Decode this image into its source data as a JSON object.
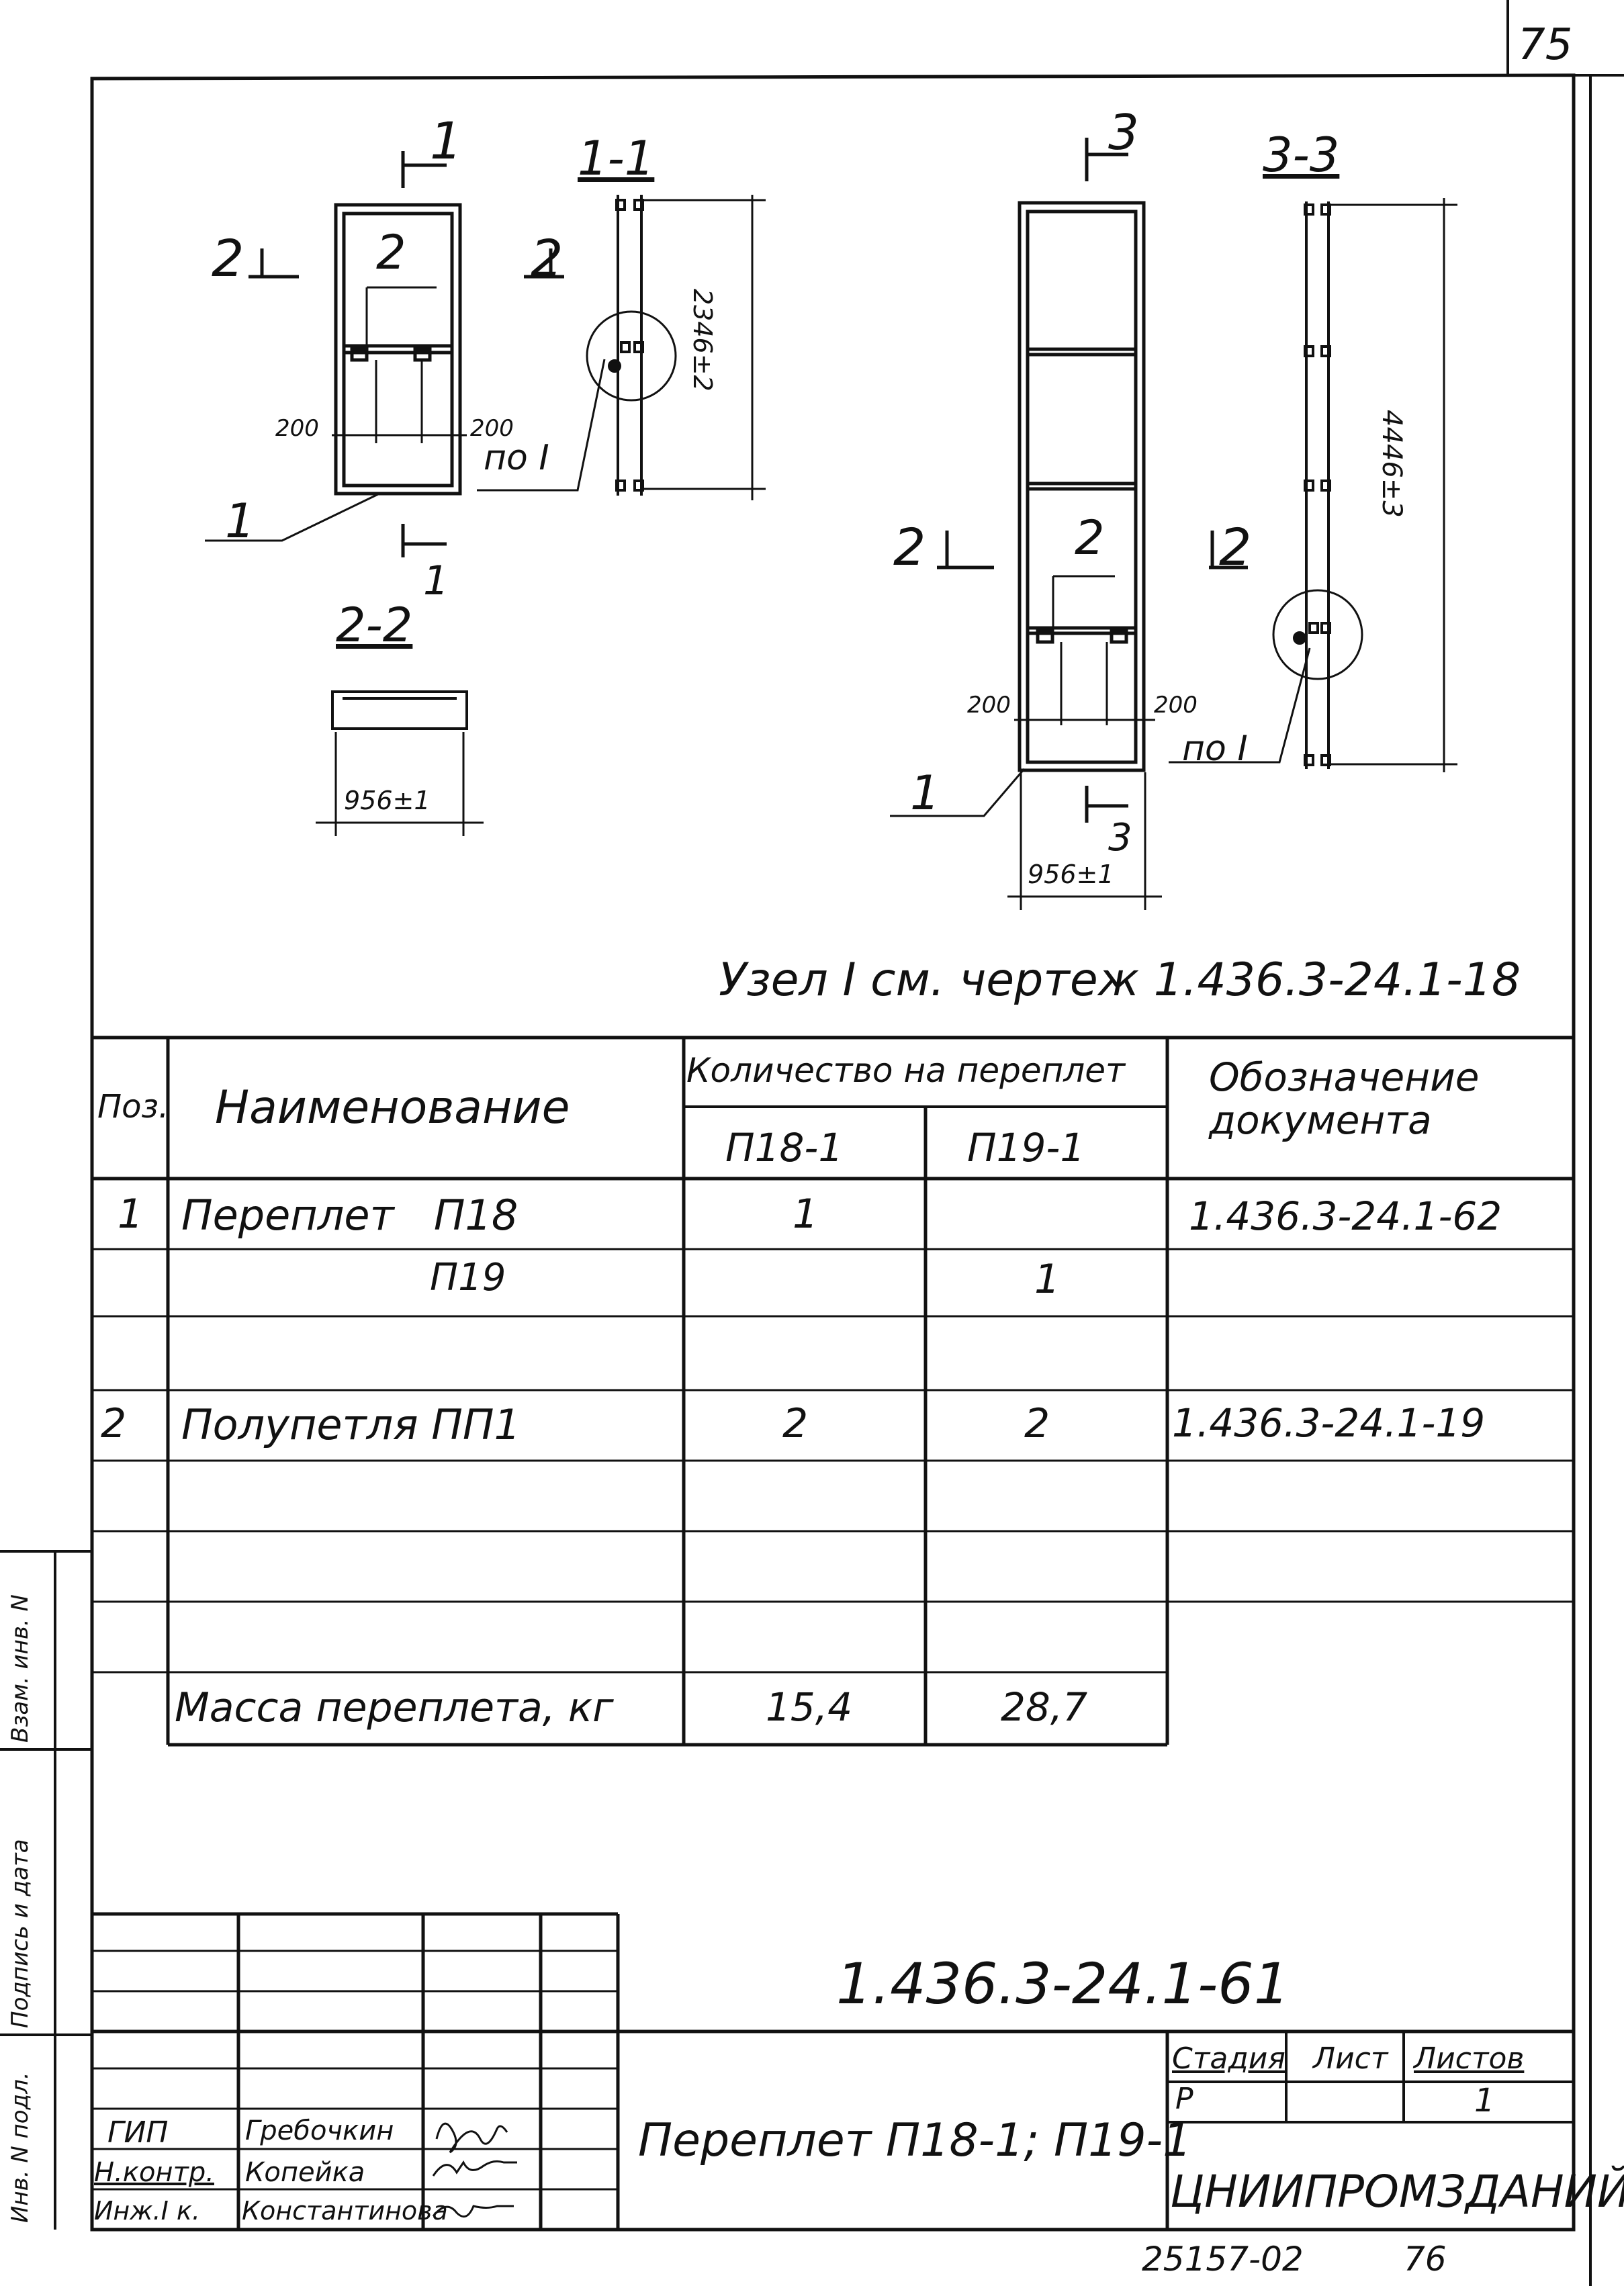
{
  "sheet_number": "75",
  "bottom_code": "25157-02",
  "bottom_page": "76",
  "drawing": {
    "section_labels": {
      "s1": "1",
      "s1_bottom": "1",
      "s1_title": "1-1",
      "s2_left": "2",
      "s2_right": "2",
      "s2_title": "2-2",
      "s3": "3",
      "s3_bottom": "3",
      "s3_title": "3-3",
      "s2b_left": "2",
      "s2b_right": "2"
    },
    "pos_labels": {
      "p2_left": "2",
      "p1_left": "1",
      "p2_right": "2",
      "p1_right": "1"
    },
    "dims": {
      "left_200_a": "200",
      "left_200_b": "200",
      "right_200_a": "200",
      "right_200_b": "200",
      "h_left": "2346±2",
      "h_right": "4446±3",
      "w_22": "956±1",
      "w_right": "956±1"
    },
    "node_ref_left": "по I",
    "node_ref_right": "по I",
    "node_note": "Узел I см. чертеж 1.436.3-24.1-18"
  },
  "spec_table": {
    "headers": {
      "pos": "Поз.",
      "name": "Наименование",
      "qty": "Количество на переплет",
      "qty_a": "П18-1",
      "qty_b": "П19-1",
      "doc": "Обозначение документа"
    },
    "rows": [
      {
        "pos": "1",
        "name": "Переплет   П18",
        "a": "1",
        "b": "",
        "doc": "1.436.3-24.1-62"
      },
      {
        "pos": "",
        "name": "П19",
        "a": "",
        "b": "1",
        "doc": ""
      },
      {
        "pos": "",
        "name": "",
        "a": "",
        "b": "",
        "doc": ""
      },
      {
        "pos": "2",
        "name": "Полупетля ПП1",
        "a": "2",
        "b": "2",
        "doc": "1.436.3-24.1-19"
      },
      {
        "pos": "",
        "name": "",
        "a": "",
        "b": "",
        "doc": ""
      },
      {
        "pos": "",
        "name": "",
        "a": "",
        "b": "",
        "doc": ""
      },
      {
        "pos": "",
        "name": "",
        "a": "",
        "b": "",
        "doc": ""
      },
      {
        "pos": "",
        "name": "Масса переплета, кг",
        "a": "15,4",
        "b": "28,7",
        "doc": ""
      }
    ]
  },
  "title_block": {
    "code": "1.436.3-24.1-61",
    "title": "Переплет П18-1; П19-1",
    "stage_label": "Стадия",
    "sheet_label": "Лист",
    "sheets_label": "Листов",
    "stage": "Р",
    "sheets": "1",
    "org": "ЦНИИПРОМЗДАНИЙ",
    "roles": [
      "ГИП",
      "Н.контр.",
      "Инж.I к."
    ],
    "names": [
      "Гребочкин",
      "Копейка",
      "Константинова"
    ]
  },
  "side_strip": [
    "Инв. N подл.",
    "Подпись и дата",
    "Взам. инв. N"
  ]
}
